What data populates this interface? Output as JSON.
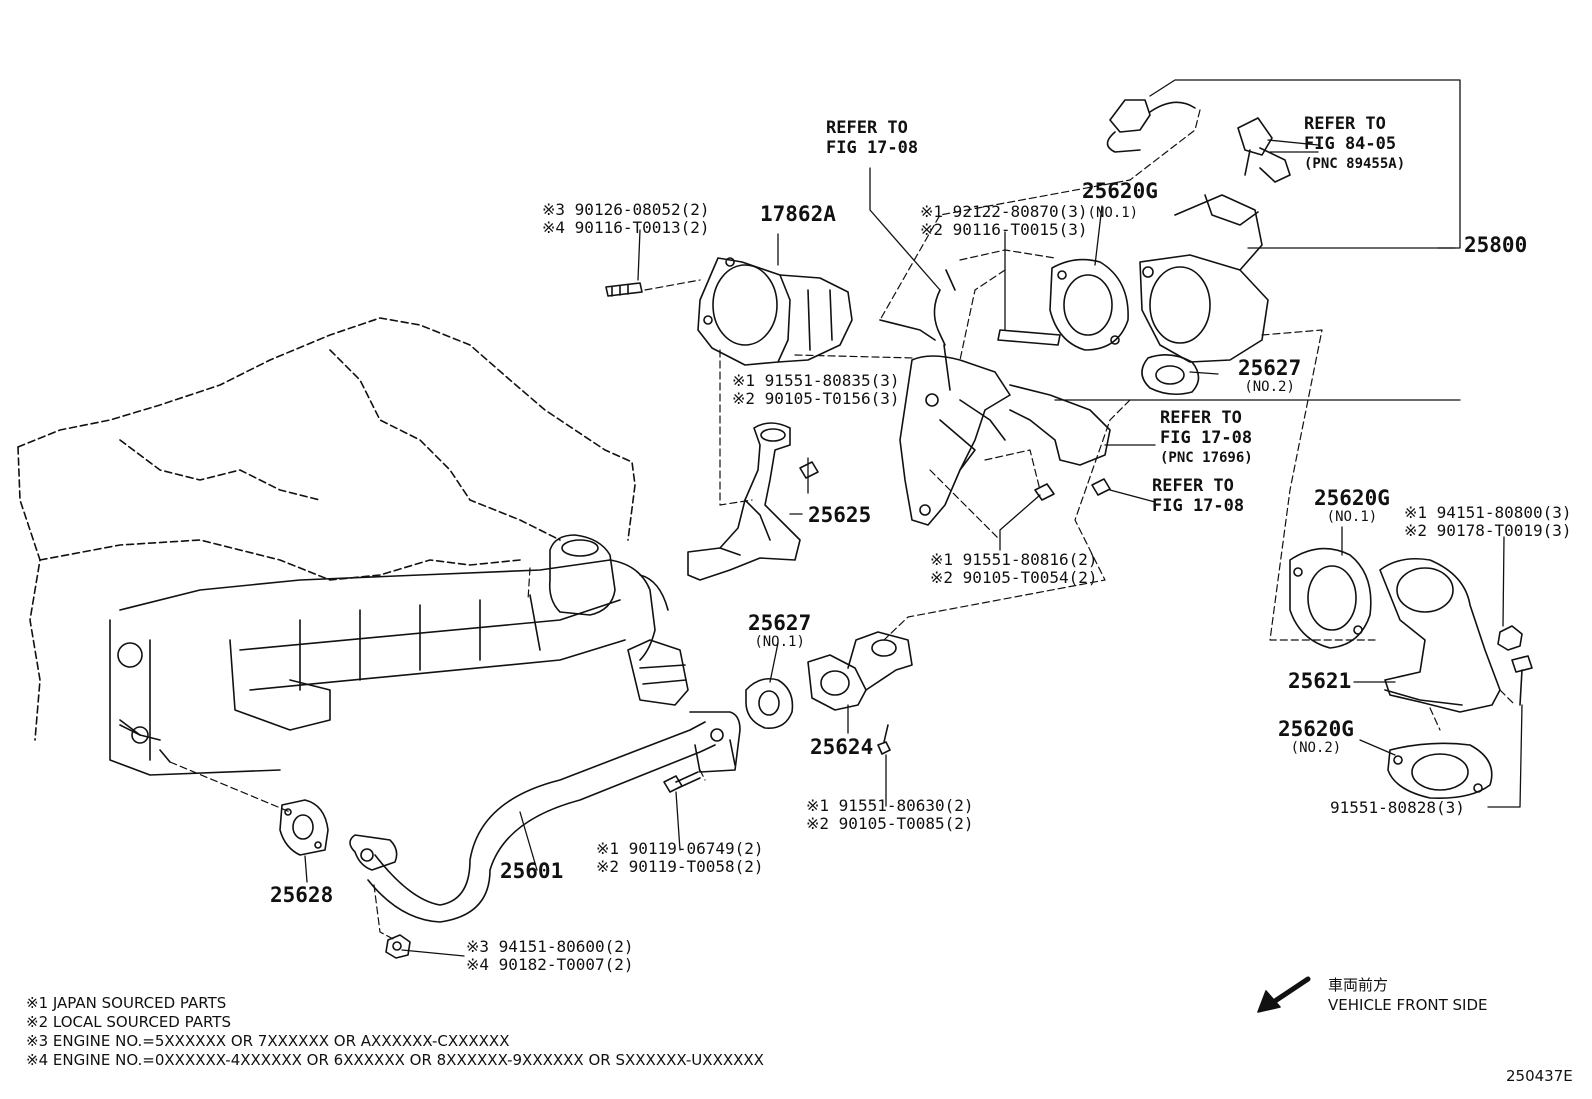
{
  "diagram_id": "250437E",
  "refs": {
    "fig1708_a": [
      "REFER TO",
      "FIG 17-08"
    ],
    "fig8405": [
      "REFER TO",
      "FIG 84-05",
      "(PNC 89455A)"
    ],
    "fig1708_b": [
      "REFER TO",
      "FIG 17-08",
      "(PNC 17696)"
    ],
    "fig1708_c": [
      "REFER TO",
      "FIG 17-08"
    ]
  },
  "parts": {
    "p17862A": "17862A",
    "p25620G_top": "25620G",
    "p25620G_top_sub": "(NO.1)",
    "p25800": "25800",
    "p25627_top": "25627",
    "p25627_top_sub": "(NO.2)",
    "p25625": "25625",
    "p25627_mid": "25627",
    "p25627_mid_sub": "(NO.1)",
    "p25624": "25624",
    "p25601": "25601",
    "p25628": "25628",
    "p25620G_r1": "25620G",
    "p25620G_r1_sub": "(NO.1)",
    "p25621": "25621",
    "p25620G_r2": "25620G",
    "p25620G_r2_sub": "(NO.2)"
  },
  "codes": {
    "c1a": "※3 90126-08052(2)",
    "c1b": "※4 90116-T0013(2)",
    "c2a": "※1 92122-80870(3)",
    "c2a_sub": "(NO.1)",
    "c2b": "※2 90116-T0015(3)",
    "c3a": "※1 91551-80835(3)",
    "c3b": "※2 90105-T0156(3)",
    "c4a": "※1 91551-80816(2)",
    "c4b": "※2 90105-T0054(2)",
    "c5a": "※1 94151-80800(3)",
    "c5b": "※2 90178-T0019(3)",
    "c6a": "91551-80828(3)",
    "c7a": "※1 91551-80630(2)",
    "c7b": "※2 90105-T0085(2)",
    "c8a": "※1 90119-06749(2)",
    "c8b": "※2 90119-T0058(2)",
    "c9a": "※3 94151-80600(2)",
    "c9b": "※4 90182-T0007(2)"
  },
  "notes": [
    "※1 JAPAN SOURCED PARTS",
    "※2 LOCAL SOURCED PARTS",
    "※3 ENGINE NO.=5XXXXXX OR 7XXXXXX OR AXXXXXX-CXXXXXX",
    "※4 ENGINE NO.=0XXXXXX-4XXXXXX OR 6XXXXXX OR 8XXXXXX-9XXXXXX OR SXXXXXX-UXXXXXX"
  ],
  "direction": {
    "jp": "車両前方",
    "en": "VEHICLE FRONT SIDE"
  }
}
